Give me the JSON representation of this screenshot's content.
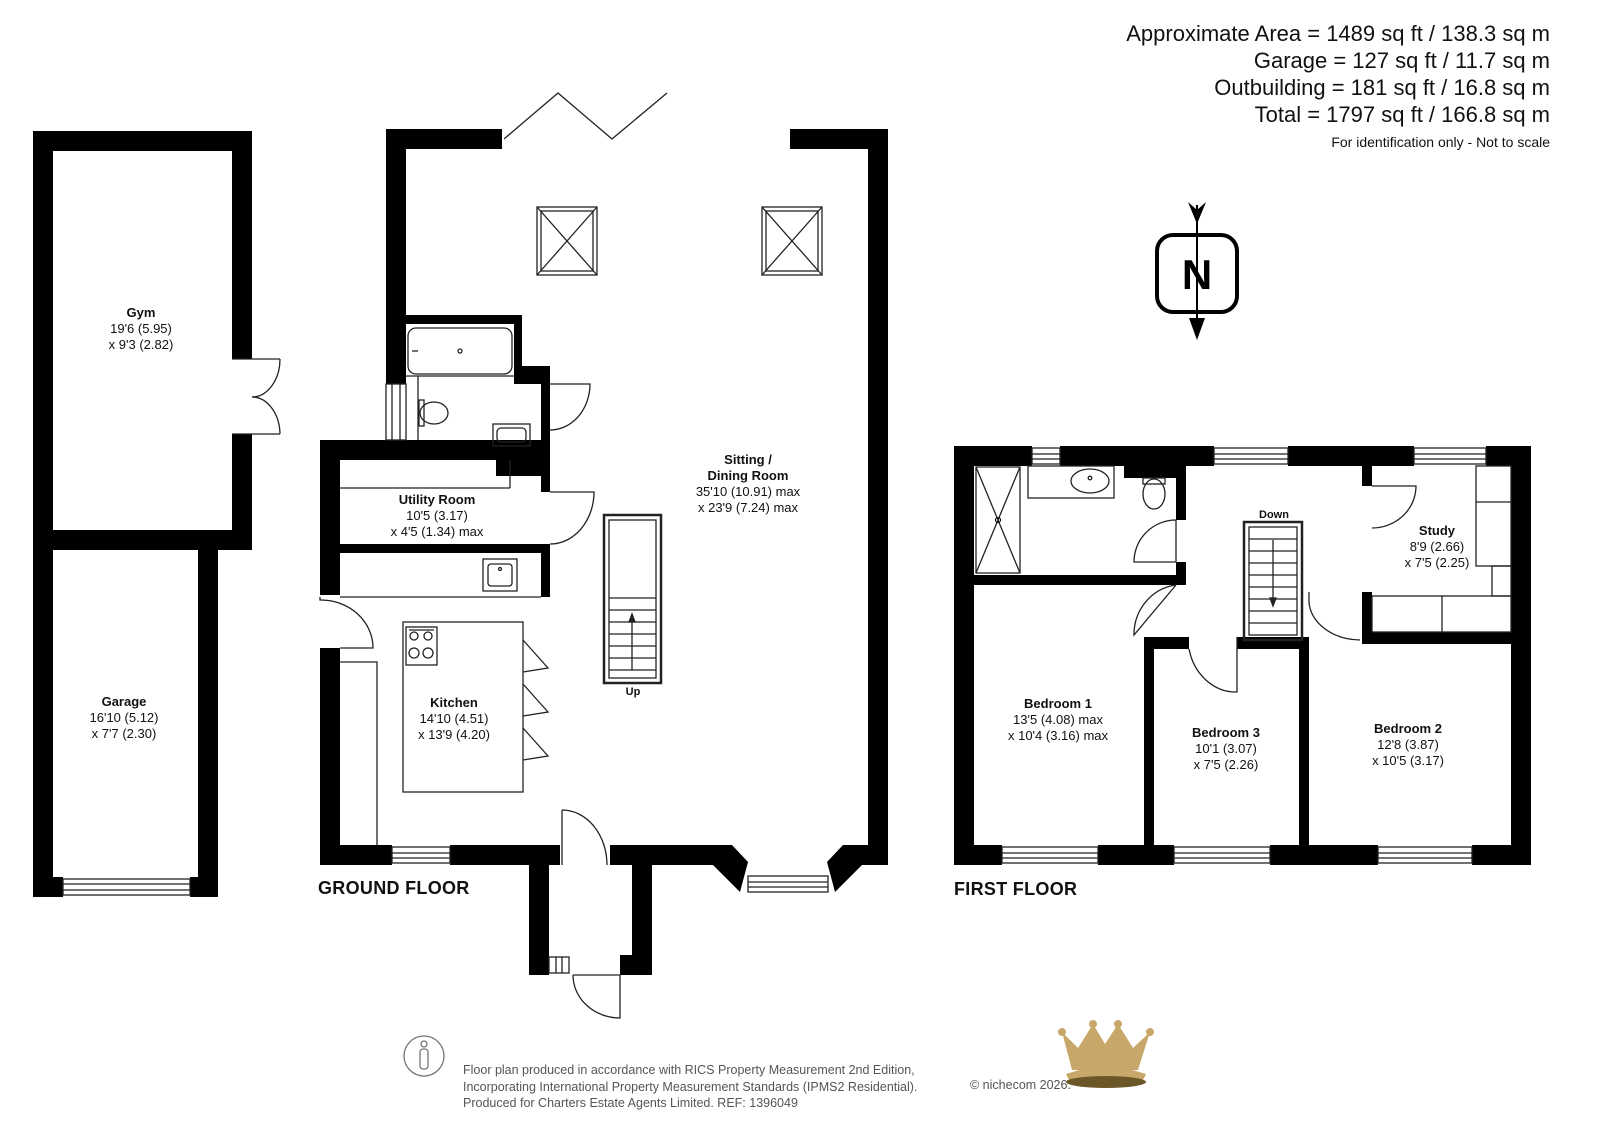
{
  "area_summary": {
    "lines": [
      "Approximate Area = 1489 sq ft / 138.3 sq m",
      "Garage = 127 sq ft / 11.7 sq m",
      "Outbuilding = 181 sq ft / 16.8 sq m",
      "Total = 1797 sq ft / 166.8 sq m"
    ],
    "note": "For identification only - Not to scale"
  },
  "compass": {
    "letter": "N"
  },
  "floors": {
    "ground": "GROUND FLOOR",
    "first": "FIRST FLOOR"
  },
  "rooms": {
    "gym": {
      "name": "Gym",
      "dim1": "19'6 (5.95)",
      "dim2": "x 9'3 (2.82)"
    },
    "garage": {
      "name": "Garage",
      "dim1": "16'10 (5.12)",
      "dim2": "x 7'7 (2.30)"
    },
    "utility": {
      "name": "Utility Room",
      "dim1": "10'5 (3.17)",
      "dim2": "x 4'5 (1.34) max"
    },
    "sitting": {
      "name1": "Sitting /",
      "name2": "Dining Room",
      "dim1": "35'10 (10.91) max",
      "dim2": "x 23'9 (7.24) max"
    },
    "kitchen": {
      "name": "Kitchen",
      "dim1": "14'10 (4.51)",
      "dim2": "x 13'9 (4.20)"
    },
    "bedroom1": {
      "name": "Bedroom 1",
      "dim1": "13'5 (4.08) max",
      "dim2": "x 10'4 (3.16) max"
    },
    "bedroom3": {
      "name": "Bedroom 3",
      "dim1": "10'1 (3.07)",
      "dim2": "x 7'5 (2.26)"
    },
    "bedroom2": {
      "name": "Bedroom 2",
      "dim1": "12'8 (3.87)",
      "dim2": "x 10'5 (3.17)"
    },
    "study": {
      "name": "Study",
      "dim1": "8'9 (2.66)",
      "dim2": "x 7'5 (2.25)"
    }
  },
  "stairs": {
    "up": "Up",
    "down": "Down"
  },
  "footer": {
    "lines": [
      "Floor plan produced in accordance with RICS Property Measurement 2nd Edition,",
      "Incorporating International Property Measurement Standards (IPMS2 Residential).",
      "Produced for Charters Estate Agents Limited.   REF: 1396049"
    ],
    "copyright": "© nichecom 2026."
  },
  "colors": {
    "wall": "#000000",
    "fixture": "#555555",
    "crown_gold": "#c8a86a",
    "crown_dark": "#6b5628"
  }
}
